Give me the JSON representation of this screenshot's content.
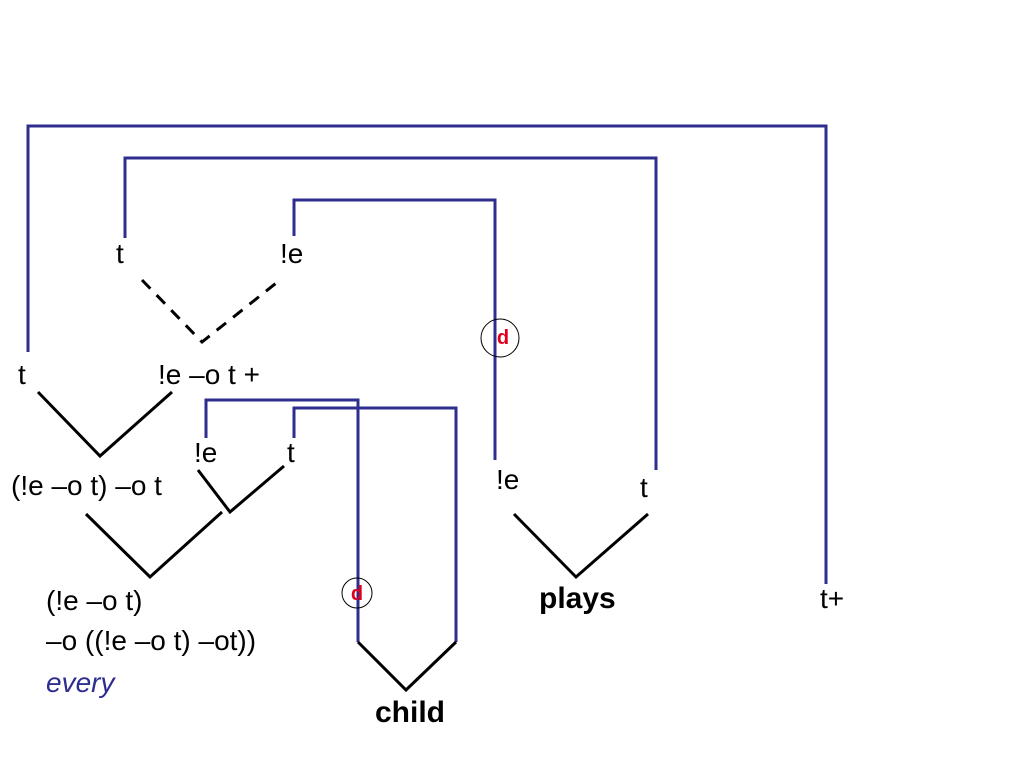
{
  "labels": {
    "top_t": "t",
    "top_e": "!e",
    "left_t": "t",
    "impl_e_t": "!e –o t +",
    "mid_e": "!e",
    "mid_t": "t",
    "quant_type": "(!e –o t) –o t",
    "right_e": "!e",
    "right_t": "t",
    "every_type_line1": "(!e –o t)",
    "every_type_line2": "–o ((!e –o t) –ot))",
    "t_plus": "t+",
    "d_upper": "d",
    "d_lower": "d"
  },
  "words": {
    "every": "every",
    "plays": "plays",
    "child": "child"
  },
  "colors": {
    "link": "#2e2e8f",
    "tree": "#000000",
    "d_mark": "#e0001a"
  }
}
